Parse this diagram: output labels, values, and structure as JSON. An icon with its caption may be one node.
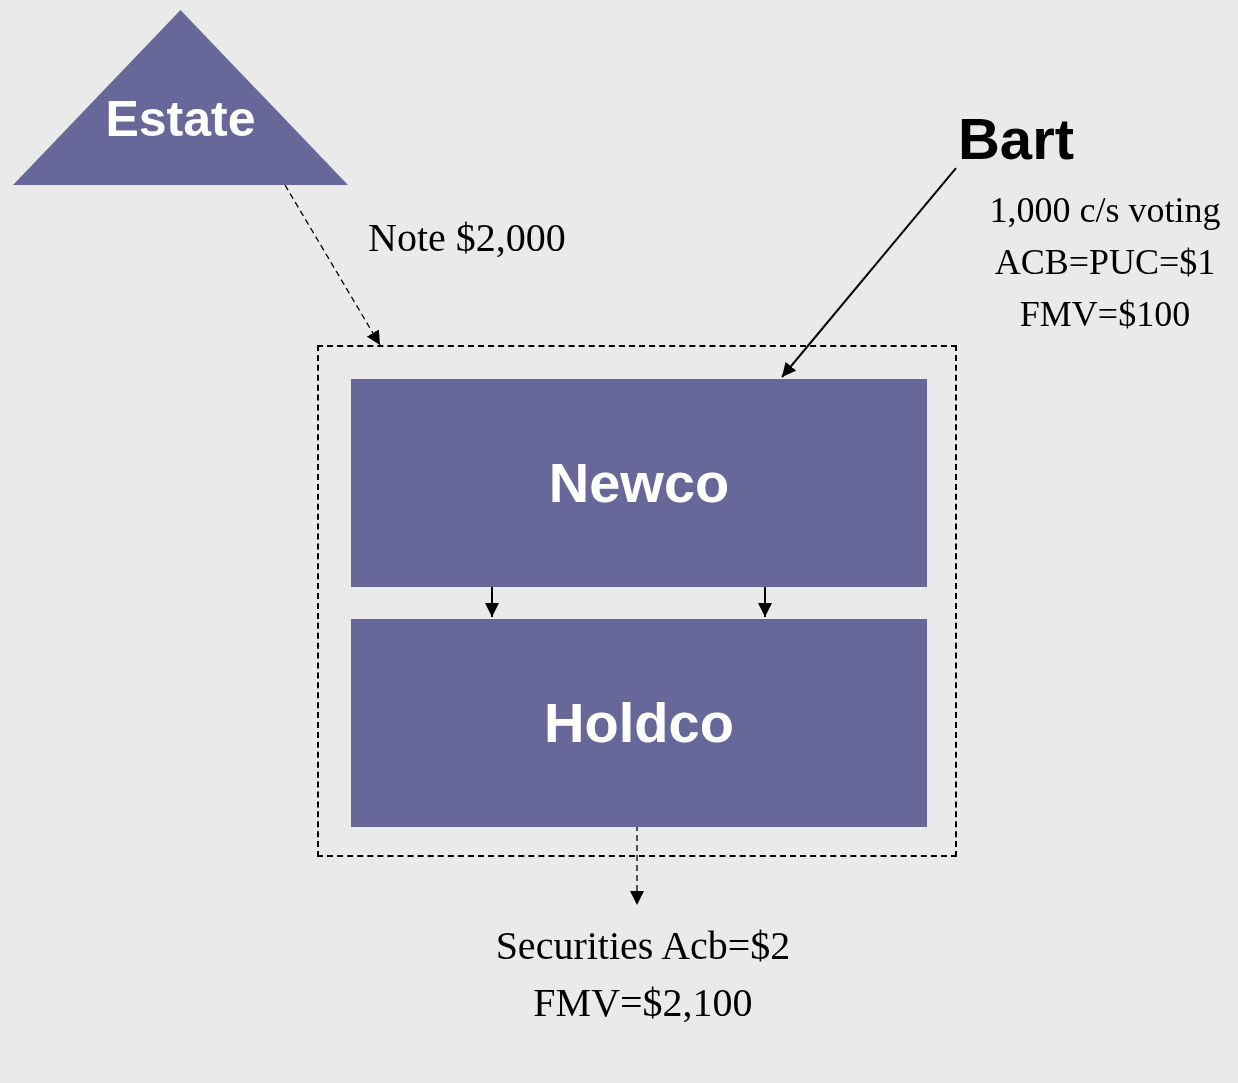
{
  "diagram": {
    "nodes": [
      {
        "text": [
          "Estate"
        ]
      },
      {
        "text": [
          "Bart"
        ],
        "beside": [
          "1,000 c/s voting ACB=PUC=$1 FMV=$100"
        ]
      },
      {
        "text": [],
        "shape": "box"
      },
      {
        "text": [
          "Newco"
        ],
        "in": 2
      },
      {
        "text": [
          "Holdco"
        ],
        "in": 2
      },
      {
        "text": [
          "Securities Acb=$2 FMV=$2,100"
        ]
      }
    ],
    "edges": [
      {
        "from": 0,
        "to": 2,
        "arrow": "to",
        "style": "dashed",
        "label": "Note $2,000"
      },
      {
        "from": 1,
        "to": 3,
        "arrow": "to"
      },
      {
        "from": 3,
        "to": 4,
        "arrow": "to"
      },
      {
        "from": 3,
        "to": 4,
        "arrow": "to"
      },
      {
        "from": 4,
        "to": 5,
        "arrow": "to",
        "style": "dashed"
      }
    ]
  }
}
